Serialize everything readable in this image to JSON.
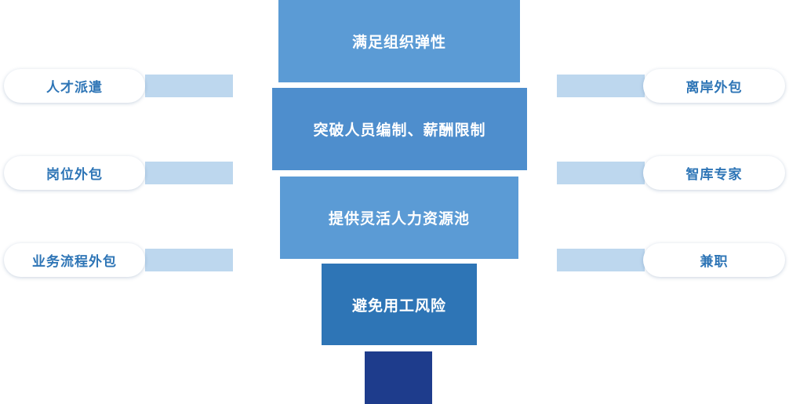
{
  "diagram": {
    "center_boxes": [
      {
        "label": "满足组织弹性",
        "color": "#5b9bd5"
      },
      {
        "label": "突破人员编制、薪酬限制",
        "color": "#4e8ecd"
      },
      {
        "label": "提供灵活人力资源池",
        "color": "#5b9bd5"
      },
      {
        "label": "避免用工风险",
        "color": "#2e75b6"
      }
    ],
    "stem_color": "#1e3c8c",
    "left_items": [
      {
        "label": "人才派遣"
      },
      {
        "label": "岗位外包"
      },
      {
        "label": "业务流程外包"
      }
    ],
    "right_items": [
      {
        "label": "离岸外包"
      },
      {
        "label": "智库专家"
      },
      {
        "label": "兼职"
      }
    ],
    "colors": {
      "connector": "#bdd7ee",
      "pill_text": "#2e75b6",
      "pill_bg": "#ffffff",
      "box_text": "#ffffff"
    }
  }
}
